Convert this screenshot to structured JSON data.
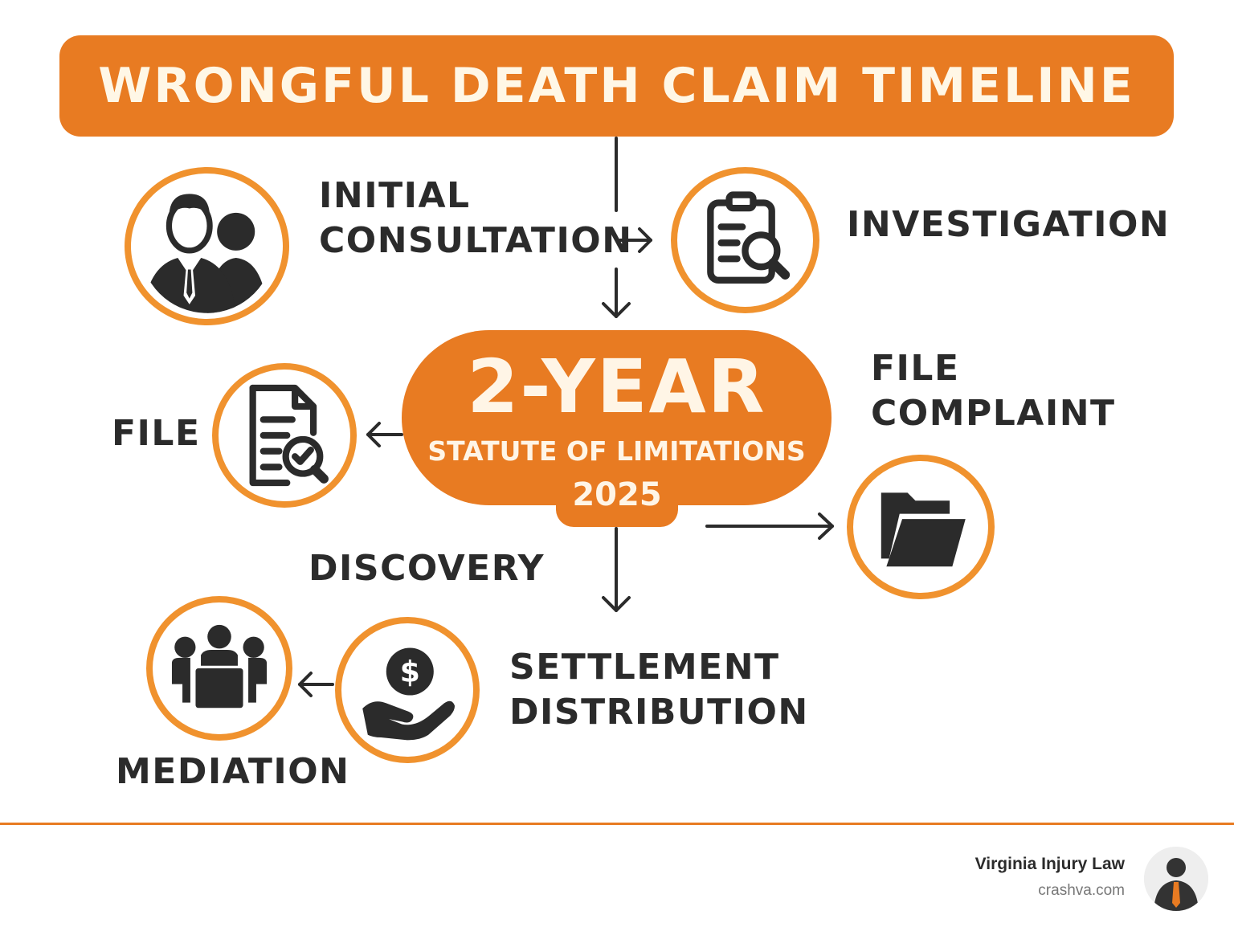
{
  "title": "WRONGFUL DEATH CLAIM TIMELINE",
  "center": {
    "headline": "2-YEAR",
    "subtitle": "STATUTE OF LIMITATIONS",
    "year": "2025"
  },
  "steps": {
    "initial_consultation": {
      "line1": "INITIAL",
      "line2": "CONSULTATION",
      "icon": "people-icon"
    },
    "investigation": {
      "label": "INVESTIGATION",
      "icon": "clipboard-search-icon"
    },
    "file": {
      "label": "FILE",
      "icon": "document-check-icon"
    },
    "file_complaint": {
      "line1": "FILE",
      "line2": "COMPLAINT",
      "icon": "folder-icon"
    },
    "discovery": {
      "label": "DISCOVERY"
    },
    "settlement_distribution": {
      "line1": "SETTLEMENT",
      "line2": "DISTRIBUTION",
      "icon": "money-hand-icon"
    },
    "mediation": {
      "label": "MEDIATION",
      "icon": "meeting-icon"
    }
  },
  "footer": {
    "brand": "Virginia Injury Law",
    "url": "crashva.com"
  },
  "colors": {
    "accent": "#e87b22",
    "ring": "#f0922e",
    "dark": "#2b2b2b"
  }
}
